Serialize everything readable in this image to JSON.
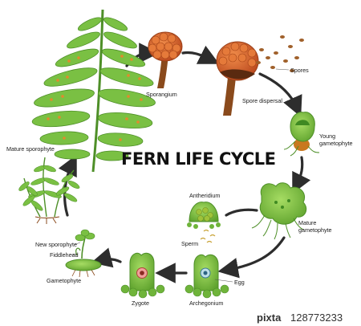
{
  "title": "FERN LIFE CYCLE",
  "labels": {
    "sporangium": "Sporangium",
    "spore_dispersal": "Spore dispersal",
    "spores": "Spores",
    "young_gametophyte": "Young gametophyte",
    "mature_gametophyte": "Mature gametophyte",
    "egg": "Egg",
    "archegonium": "Archegonium",
    "antheridium": "Antheridium",
    "sperm": "Sperm",
    "zygote": "Zygote",
    "gametophyte": "Gametophyte",
    "fiddlehead": "Fiddlehead",
    "new_sporophyte": "New sporophyte",
    "mature_sporophyte": "Mature sporophyte"
  },
  "watermark": {
    "brand": "pixta",
    "id": "128773233"
  },
  "colors": {
    "arrow": "#2d2d2d",
    "leaf_green": "#6fb43a",
    "leaf_dark": "#3f8a22",
    "sporangium": "#d8662a",
    "stem": "#8a4a1c",
    "spore": "#a0602a",
    "gametophyte": "#7cc242"
  }
}
